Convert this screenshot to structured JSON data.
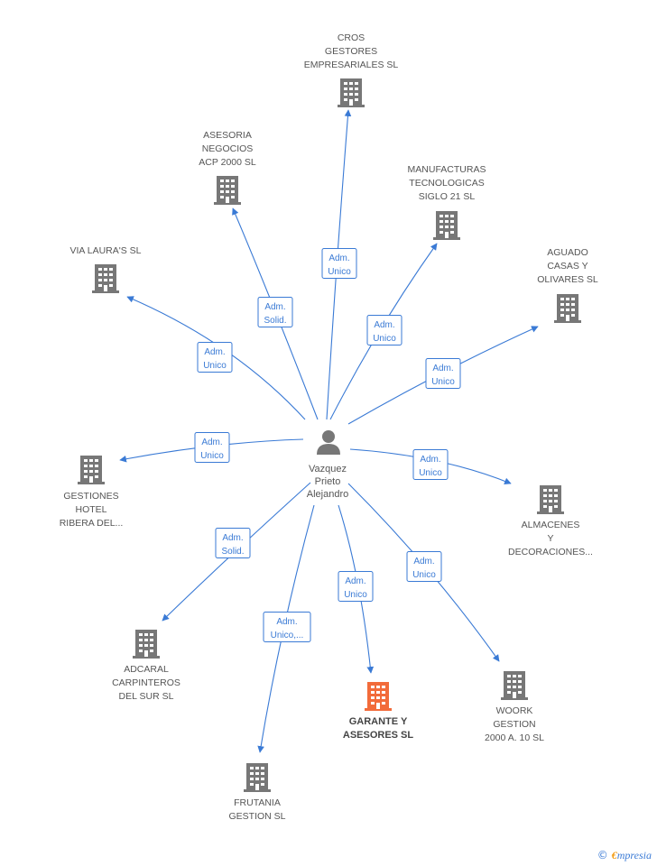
{
  "person": {
    "label_lines": [
      "Vazquez",
      "Prieto",
      "Alejandro"
    ]
  },
  "colors": {
    "edge": "#3a7ad5",
    "building": "#777777",
    "building_highlight": "#f26b3a",
    "label": "#555555"
  },
  "companies": [
    {
      "id": "cros",
      "lines": [
        "CROS",
        "GESTORES",
        "EMPRESARIALES SL"
      ],
      "role": [
        "Adm.",
        "Unico"
      ],
      "highlight": false
    },
    {
      "id": "asesoria",
      "lines": [
        "ASESORIA",
        "NEGOCIOS",
        "ACP 2000  SL"
      ],
      "role": [
        "Adm.",
        "Solid."
      ],
      "highlight": false
    },
    {
      "id": "manufacturas",
      "lines": [
        "MANUFACTURAS",
        "TECNOLOGICAS",
        "SIGLO 21 SL"
      ],
      "role": [
        "Adm.",
        "Unico"
      ],
      "highlight": false
    },
    {
      "id": "via-lauras",
      "lines": [
        "VIA LAURA'S SL"
      ],
      "role": [
        "Adm.",
        "Unico"
      ],
      "highlight": false
    },
    {
      "id": "aguado",
      "lines": [
        "AGUADO",
        "CASAS Y",
        "OLIVARES SL"
      ],
      "role": [
        "Adm.",
        "Unico"
      ],
      "highlight": false
    },
    {
      "id": "gestiones-hotel",
      "lines": [
        "GESTIONES",
        "HOTEL",
        "RIBERA DEL..."
      ],
      "role": [
        "Adm.",
        "Unico"
      ],
      "highlight": false
    },
    {
      "id": "almacenes",
      "lines": [
        "ALMACENES",
        "Y",
        "DECORACIONES..."
      ],
      "role": [
        "Adm.",
        "Unico"
      ],
      "highlight": false
    },
    {
      "id": "adcaral",
      "lines": [
        "ADCARAL",
        "CARPINTEROS",
        "DEL SUR SL"
      ],
      "role": [
        "Adm.",
        "Solid."
      ],
      "highlight": false
    },
    {
      "id": "garante",
      "lines": [
        "GARANTE Y",
        "ASESORES SL"
      ],
      "role": [
        "Adm.",
        "Unico"
      ],
      "highlight": true
    },
    {
      "id": "woork",
      "lines": [
        "WOORK",
        "GESTION",
        "2000 A.  10 SL"
      ],
      "role": [
        "Adm.",
        "Unico"
      ],
      "highlight": false
    },
    {
      "id": "frutania",
      "lines": [
        "FRUTANIA",
        "GESTION SL"
      ],
      "role": [
        "Adm.",
        "Unico,..."
      ],
      "highlight": false
    }
  ],
  "brand": {
    "copyright": "©",
    "e": "€",
    "rest": "mpresia"
  }
}
